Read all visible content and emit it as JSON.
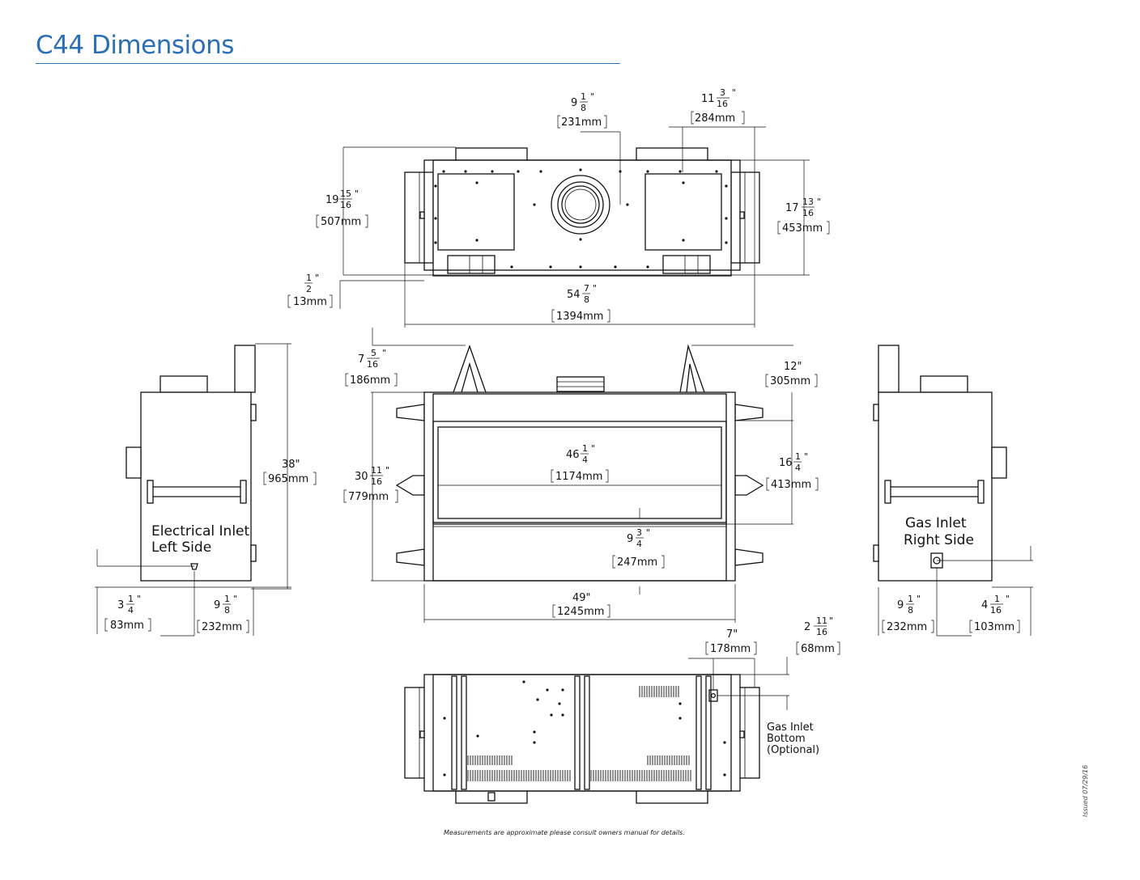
{
  "header": {
    "title": "C44 Dimensions"
  },
  "top_view": {
    "vent_center": {
      "whole": "9",
      "num": "1",
      "den": "8",
      "mm": "231mm"
    },
    "right_offset": {
      "whole": "11",
      "num": "3",
      "den": "16",
      "mm": "284mm"
    },
    "depth_left": {
      "whole": "19",
      "num": "15",
      "den": "16",
      "mm": "507mm"
    },
    "depth_right": {
      "whole": "17",
      "num": "13",
      "den": "16",
      "mm": "453mm"
    },
    "standoff": {
      "whole": "",
      "num": "1",
      "den": "2",
      "mm": "13mm"
    },
    "overall_width": {
      "whole": "54",
      "num": "7",
      "den": "8",
      "mm": "1394mm"
    }
  },
  "front_view": {
    "top_offset": {
      "whole": "7",
      "num": "5",
      "den": "16",
      "mm": "186mm"
    },
    "right_top": {
      "whole": "12\"",
      "mm": "305mm"
    },
    "height": {
      "whole": "30",
      "num": "11",
      "den": "16",
      "mm": "779mm"
    },
    "glass_width": {
      "whole": "46",
      "num": "1",
      "den": "4",
      "mm": "1174mm"
    },
    "glass_height": {
      "whole": "16",
      "num": "1",
      "den": "4",
      "mm": "413mm"
    },
    "lower_panel": {
      "whole": "9",
      "num": "3",
      "den": "4",
      "mm": "247mm"
    },
    "width": {
      "whole": "49\"",
      "mm": "1245mm"
    }
  },
  "left_view": {
    "height": {
      "whole": "38\"",
      "mm": "965mm"
    },
    "label_line1": "Electrical Inlet",
    "label_line2": "Left Side",
    "inlet_offset": {
      "whole": "3",
      "num": "1",
      "den": "4",
      "mm": "83mm"
    },
    "inlet_depth": {
      "whole": "9",
      "num": "1",
      "den": "8",
      "mm": "232mm"
    }
  },
  "right_view": {
    "label_line1": "Gas Inlet",
    "label_line2": "Right Side",
    "inlet_depth": {
      "whole": "9",
      "num": "1",
      "den": "8",
      "mm": "232mm"
    },
    "inlet_offset": {
      "whole": "4",
      "num": "1",
      "den": "16",
      "mm": "103mm"
    }
  },
  "bottom_view": {
    "gas_offset": {
      "whole": "7\"",
      "mm": "178mm"
    },
    "gas_depth": {
      "whole": "2",
      "num": "11",
      "den": "16",
      "mm": "68mm"
    },
    "label_line1": "Gas Inlet",
    "label_line2": "Bottom",
    "label_line3": "(Optional)"
  },
  "footer": {
    "note": "Measurements are approximate please consult owners manual for details.",
    "issued": "Issued 07/29/16"
  }
}
